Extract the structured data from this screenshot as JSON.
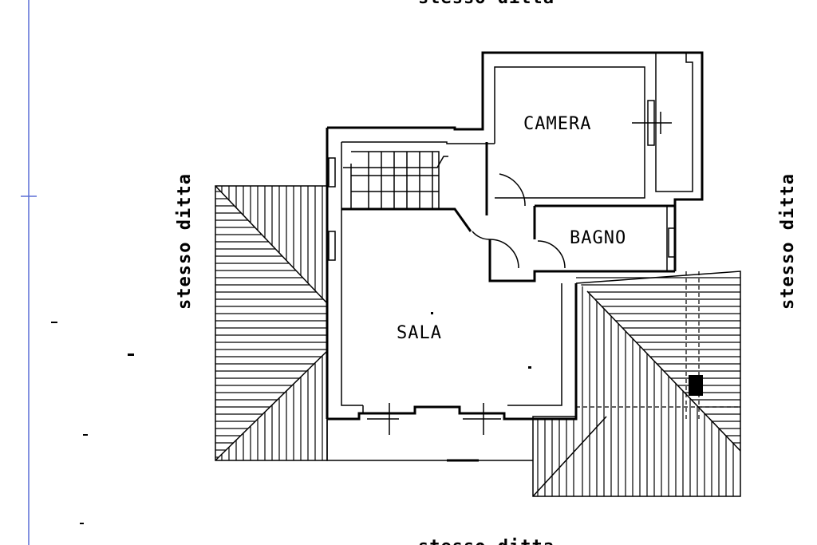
{
  "rooms": {
    "camera": "CAMERA",
    "bagno": "BAGNO",
    "sala": "SALA"
  },
  "neighbours": {
    "top": "stesso ditta",
    "left": "stesso ditta",
    "right": "stesso ditta",
    "bottom": "stesso ditta"
  },
  "colors": {
    "ink": "#000000",
    "margin_line": "#5b6fd6"
  }
}
